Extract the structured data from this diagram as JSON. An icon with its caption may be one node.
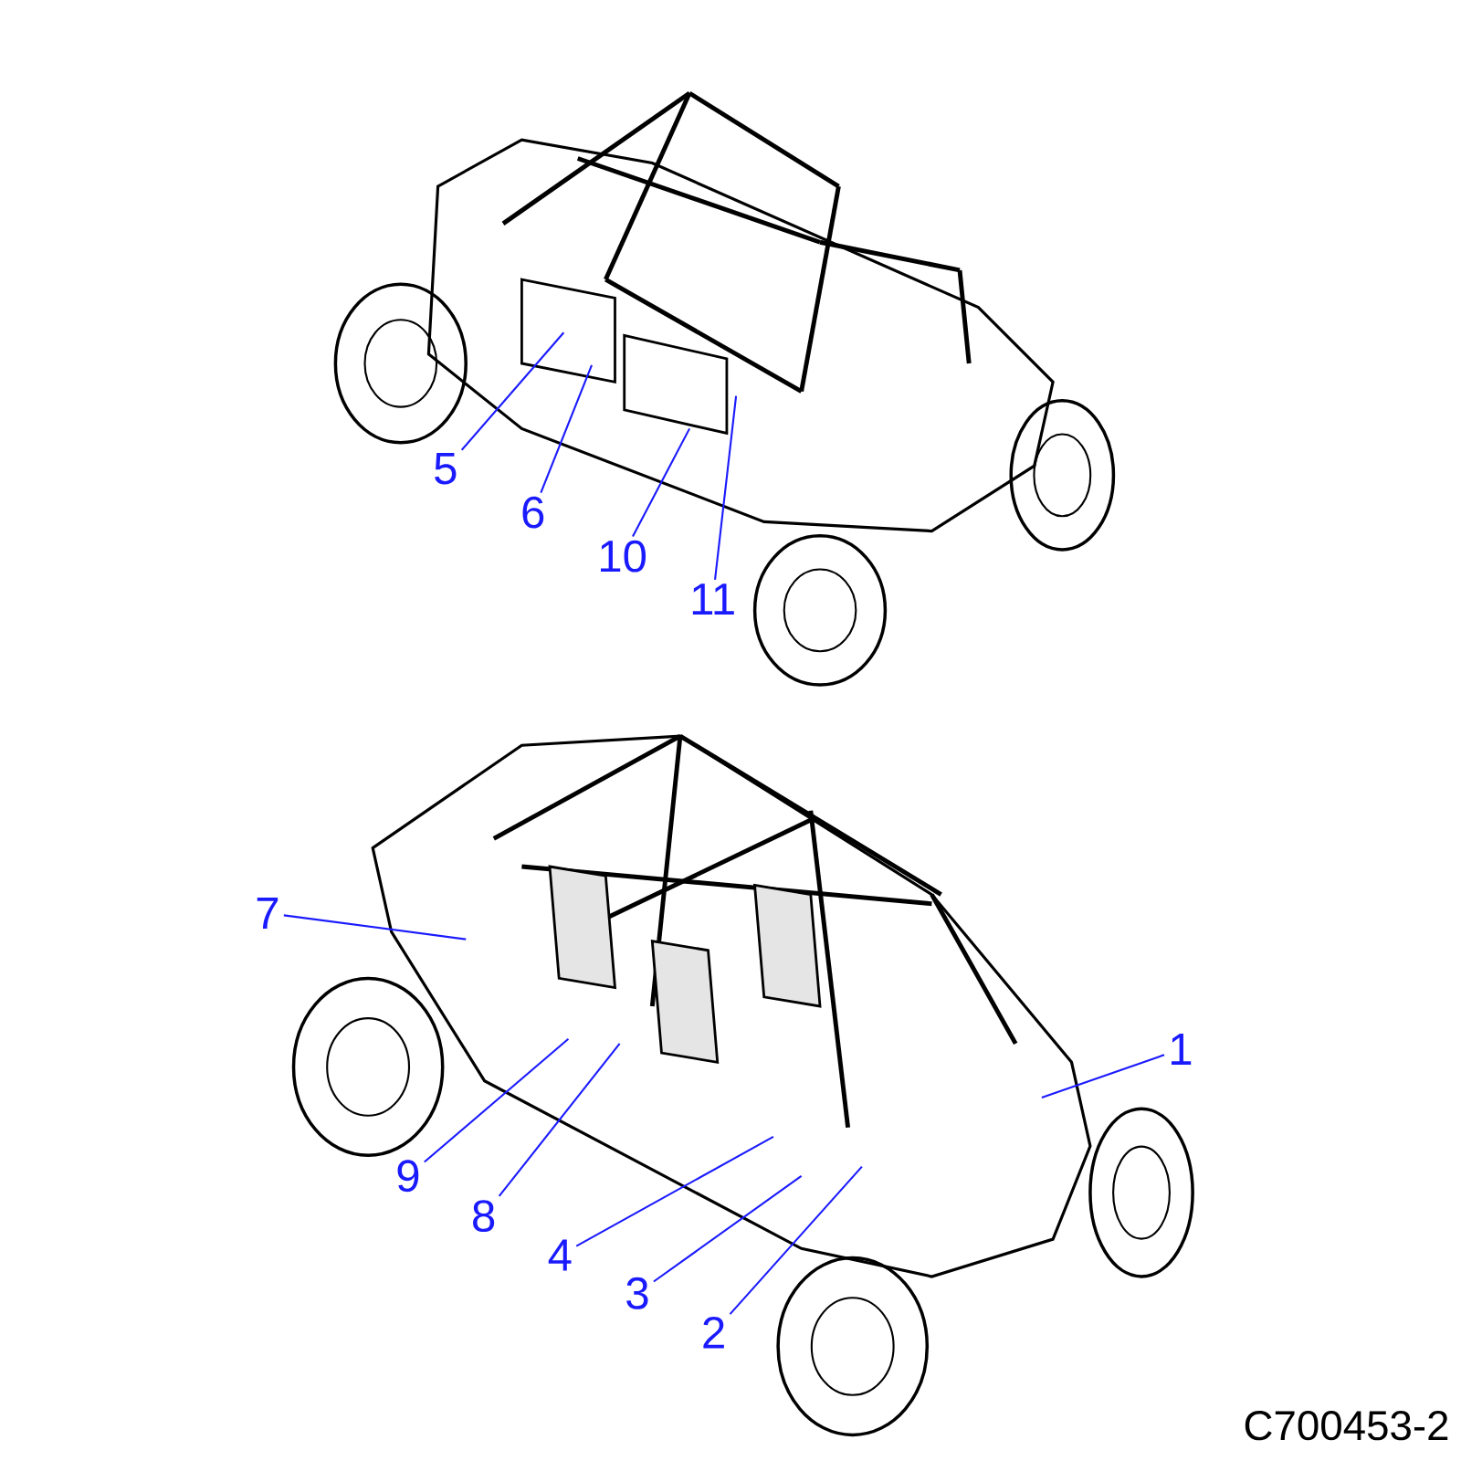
{
  "diagram": {
    "nodes": [
      {
        "text": [
          "5"
        ]
      },
      {
        "text": [
          "6"
        ]
      },
      {
        "text": [
          "10"
        ]
      },
      {
        "text": [
          "11"
        ]
      },
      {
        "text": [
          "7"
        ]
      },
      {
        "text": [
          "1"
        ]
      },
      {
        "text": [
          "9"
        ]
      },
      {
        "text": [
          "8"
        ]
      },
      {
        "text": [
          "4"
        ]
      },
      {
        "text": [
          "3"
        ]
      },
      {
        "text": [
          "2"
        ]
      }
    ],
    "edges": [
      {
        "from": 0,
        "to": null,
        "arrow": "none"
      },
      {
        "from": 1,
        "to": null,
        "arrow": "none"
      },
      {
        "from": 2,
        "to": null,
        "arrow": "none"
      },
      {
        "from": 3,
        "to": null,
        "arrow": "none"
      },
      {
        "from": 4,
        "to": null,
        "arrow": "none"
      },
      {
        "from": 5,
        "to": null,
        "arrow": "none"
      },
      {
        "from": 6,
        "to": null,
        "arrow": "none"
      },
      {
        "from": 7,
        "to": null,
        "arrow": "none"
      },
      {
        "from": 8,
        "to": null,
        "arrow": "none"
      },
      {
        "from": 9,
        "to": null,
        "arrow": "none"
      },
      {
        "from": 10,
        "to": null,
        "arrow": "none"
      }
    ],
    "labels": [
      "C700453-2"
    ]
  }
}
